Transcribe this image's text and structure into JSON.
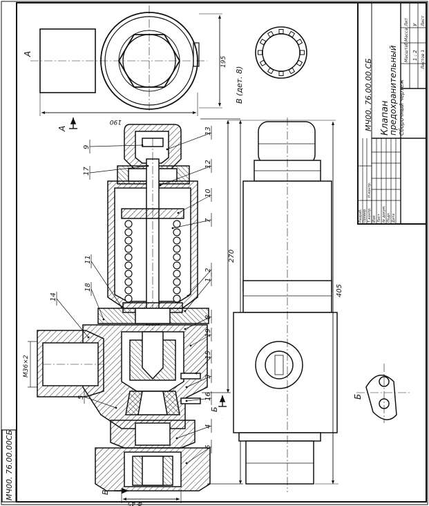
{
  "drawing": {
    "code_stamp": "МЧ00. 76.00.00СБ",
    "code_frame": "МЧ00. 76.00.00.СБ",
    "title_line1": "Клапан",
    "title_line2": "предохранительный",
    "subtitle": "Сборочный чертеж",
    "scale": "1 : 2",
    "lit_letter": "У",
    "headers": {
      "lit": "Лит",
      "mass": "Масса",
      "scale": "Масштаб",
      "sheet": "Лист",
      "sheets": "Листов 1"
    },
    "rev_headers": [
      "Изм",
      "Лист",
      "№ докум.",
      "Подп.",
      "Дата"
    ],
    "signers": [
      "Разраб.",
      "Провер.",
      "Т.контр.",
      "Н.контр.",
      "Утв."
    ]
  },
  "views": {
    "view_a_label": "А",
    "view_b_label": "Б",
    "detail_label": "В (дет. 8)",
    "arrow_a": "А",
    "arrow_b": "Б",
    "arrow_b2": "Б",
    "arrow_v": "В"
  },
  "dimensions": {
    "d190": "190",
    "d195": "195",
    "d270": "270",
    "d405": "405",
    "thread": "М36×2",
    "dia45": "Φ 45"
  },
  "callouts": [
    "9",
    "13",
    "17",
    "12",
    "10",
    "7",
    "11",
    "2",
    "18",
    "1",
    "14",
    "8",
    "19",
    "15",
    "3",
    "16",
    "5",
    "4",
    "6"
  ],
  "colors": {
    "ink": "#111111",
    "paper": "#ffffff",
    "hatch": "#333333"
  }
}
